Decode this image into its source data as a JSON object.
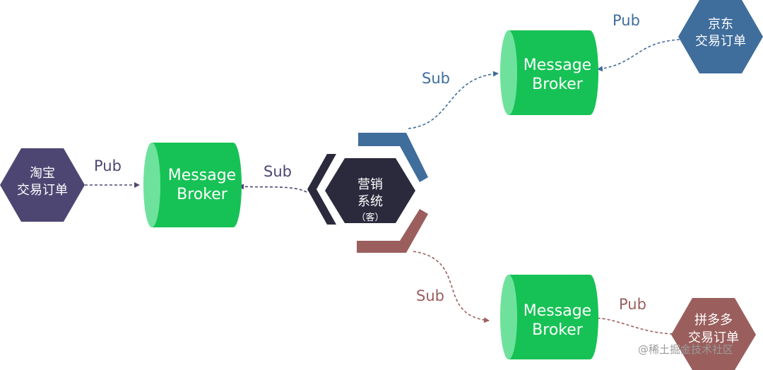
{
  "nodes": {
    "taobao": {
      "line1": "淘宝",
      "line2": "交易订单",
      "color": "#4e4672"
    },
    "jingdong": {
      "line1": "京东",
      "line2": "交易订单",
      "color": "#3f6d9c"
    },
    "pinduoduo": {
      "line1": "拼多多",
      "line2": "交易订单",
      "color": "#9a5f5d"
    },
    "marketing": {
      "line1": "营销",
      "line2": "系统",
      "line3": "（客）",
      "color": "#2b2a3d"
    }
  },
  "brokers": {
    "left": {
      "line1": "Message",
      "line2": "Broker"
    },
    "top": {
      "line1": "Message",
      "line2": "Broker"
    },
    "bottom": {
      "line1": "Message",
      "line2": "Broker"
    },
    "color": "#16c255",
    "end_color": "#6ee29c"
  },
  "edges": {
    "pub_taobao": "Pub",
    "sub_left": "Sub",
    "sub_top": "Sub",
    "pub_jingdong": "Pub",
    "sub_bottom": "Sub",
    "pub_pinduoduo": "Pub"
  },
  "edge_colors": {
    "dark": "#4e4672",
    "blue": "#3f6d9c",
    "red": "#9a5f5d"
  },
  "ring_colors": {
    "left": "#2b2a3d",
    "top": "#3f6d9c",
    "bottom": "#9a5f5d"
  },
  "watermark": "@稀土掘金技术社区"
}
